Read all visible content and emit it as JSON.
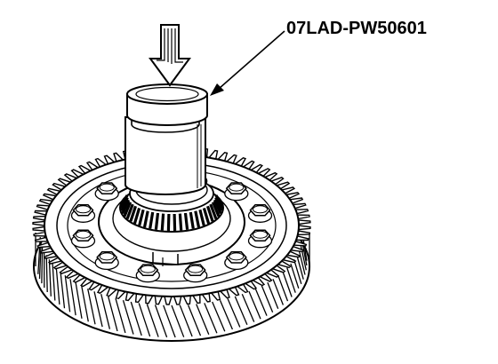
{
  "diagram": {
    "tool_label": "07LAD-PW50601",
    "colors": {
      "ink": "#000000",
      "paper": "#ffffff"
    },
    "bolt_count": 12,
    "roller_count": 26,
    "gear_tooth_count": 84
  }
}
